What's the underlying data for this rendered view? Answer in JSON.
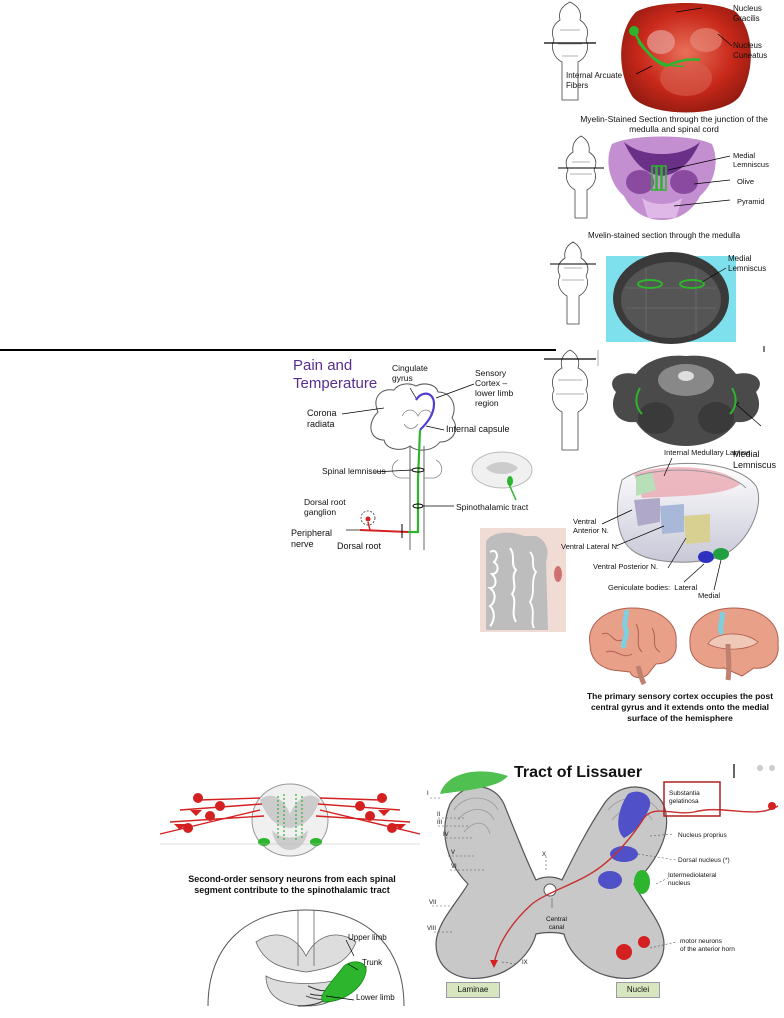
{
  "panel_medulla_top": {
    "labels": {
      "nucleus_gracilis": [
        "Nucleus",
        "Gracilis"
      ],
      "nucleus_cuneatus": [
        "Nucleus",
        "Cuneatus"
      ],
      "internal_arcuate": [
        "Internal Arcuate",
        "Fibers"
      ]
    },
    "caption": "Myelin-Stained Section through the junction of the medulla and spinal cord"
  },
  "panel_medulla_mid": {
    "labels": {
      "medial_lemniscus": [
        "Medial",
        "Lemniscus"
      ],
      "olive": "Olive",
      "pyramid": "Pyramid"
    },
    "caption": "Mvelin-stained section through the medulla"
  },
  "panel_mri": {
    "labels": {
      "medial_lemniscus": [
        "Medial",
        "Lemniscus"
      ]
    }
  },
  "panel_pons": {
    "labels": {
      "medial_lemniscus": [
        "Medial",
        "Lemniscus"
      ]
    }
  },
  "panel_pain": {
    "title": [
      "Pain and",
      "Temperature"
    ],
    "labels": {
      "cingulate": [
        "Cingulate",
        "gyrus"
      ],
      "sensory_cortex": [
        "Sensory",
        "Cortex –",
        "lower limb",
        "region"
      ],
      "corona": [
        "Corona",
        "radiata"
      ],
      "internal_capsule": "Internal capsule",
      "spinal_lemniscus": "Spinal lemniscus",
      "drg": [
        "Dorsal root",
        "ganglion"
      ],
      "spinothalamic": "Spinothalamic tract",
      "peripheral": [
        "Peripheral",
        "nerve"
      ],
      "dorsal_root": "Dorsal root"
    }
  },
  "panel_thalamus": {
    "labels": {
      "internal_medullary": "Internal Medullary Lamina",
      "ventral_anterior": [
        "Ventral",
        "Anterior N."
      ],
      "ventral_lateral": "Ventral Lateral N.",
      "ventral_posterior": "Ventral Posterior N.",
      "geniculate": "Geniculate bodies:",
      "lateral": "Lateral",
      "medial": "Medial"
    }
  },
  "panel_cortex": {
    "caption": "The primary sensory cortex occupies the post central gyrus and it extends onto the medial surface of the hemisphere"
  },
  "panel_second_order": {
    "caption": "Second-order sensory neurons from each spinal segment contribute to the spinothalamic tract",
    "labels": {
      "upper": "Upper limb",
      "trunk": "Trunk",
      "lower": "Lower limb"
    }
  },
  "panel_lissauer": {
    "title": "Tract of Lissauer",
    "laminae": [
      "I",
      "II",
      "III",
      "IV",
      "V",
      "VI",
      "VII",
      "VIII",
      "IX",
      "X"
    ],
    "labels": {
      "substantia": [
        "Substantia",
        "gelatinosa"
      ],
      "proprius": "Nucleus proprius",
      "dorsal_nucleus": "Dorsal nucleus (*)",
      "intermediolateral": [
        "Intermediolateral",
        "nucleus"
      ],
      "central_canal": [
        "Central",
        "canal"
      ],
      "motor": [
        "motor neurons",
        "of the anterior horn"
      ],
      "laminae_box": "Laminae",
      "nuclei_box": "Nuclei"
    }
  },
  "colors": {
    "tract_green": "#2db52d",
    "tract_red": "#d42020",
    "title_purple": "#5a2d91"
  }
}
